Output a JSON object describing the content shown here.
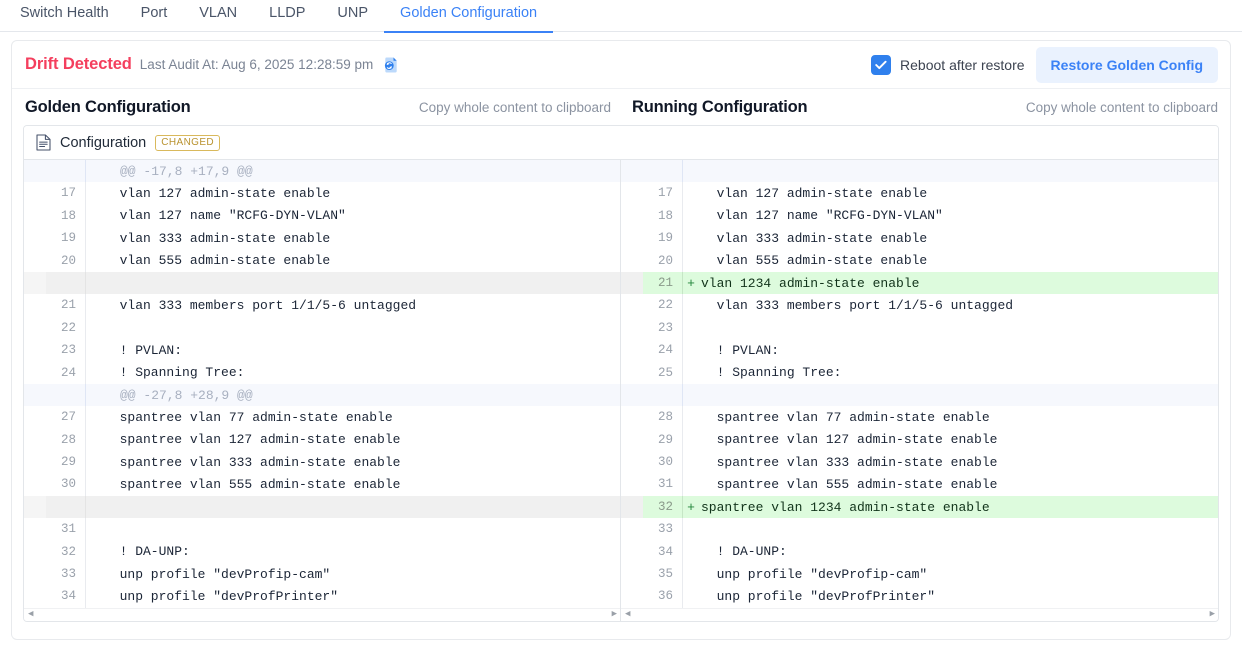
{
  "tabs": [
    {
      "label": "Switch Health",
      "active": false
    },
    {
      "label": "Port",
      "active": false
    },
    {
      "label": "VLAN",
      "active": false
    },
    {
      "label": "LLDP",
      "active": false
    },
    {
      "label": "UNP",
      "active": false
    },
    {
      "label": "Golden Configuration",
      "active": true
    }
  ],
  "banner": {
    "drift_status": "Drift Detected",
    "audit_label": "Last Audit At: Aug 6, 2025 12:28:59 pm",
    "sync_icon": "file-sync-icon",
    "checkbox_checked": true,
    "checkbox_label": "Reboot after restore",
    "restore_button": "Restore Golden Config",
    "drift_color": "#f43f5e",
    "accent_color": "#3b82f6"
  },
  "panes": {
    "golden": {
      "title": "Golden Configuration",
      "copy_label": "Copy whole content to clipboard"
    },
    "running": {
      "title": "Running Configuration",
      "copy_label": "Copy whole content to clipboard"
    }
  },
  "file": {
    "icon": "document-icon",
    "name": "Configuration",
    "badge": "CHANGED",
    "badge_color": "#b99330"
  },
  "diff": {
    "left_rows": [
      {
        "type": "hunk",
        "num": "",
        "marker": "",
        "text": "@@ -17,8 +17,9 @@"
      },
      {
        "type": "ctx",
        "num": "17",
        "marker": "",
        "text": "  vlan 127 admin-state enable"
      },
      {
        "type": "ctx",
        "num": "18",
        "marker": "",
        "text": "  vlan 127 name \"RCFG-DYN-VLAN\""
      },
      {
        "type": "ctx",
        "num": "19",
        "marker": "",
        "text": "  vlan 333 admin-state enable"
      },
      {
        "type": "ctx",
        "num": "20",
        "marker": "",
        "text": "  vlan 555 admin-state enable"
      },
      {
        "type": "empty",
        "num": "",
        "marker": "",
        "text": ""
      },
      {
        "type": "ctx",
        "num": "21",
        "marker": "",
        "text": "  vlan 333 members port 1/1/5-6 untagged"
      },
      {
        "type": "ctx",
        "num": "22",
        "marker": "",
        "text": ""
      },
      {
        "type": "ctx",
        "num": "23",
        "marker": "",
        "text": "  ! PVLAN:"
      },
      {
        "type": "ctx",
        "num": "24",
        "marker": "",
        "text": "  ! Spanning Tree:"
      },
      {
        "type": "hunk",
        "num": "",
        "marker": "",
        "text": "@@ -27,8 +28,9 @@"
      },
      {
        "type": "ctx",
        "num": "27",
        "marker": "",
        "text": "  spantree vlan 77 admin-state enable"
      },
      {
        "type": "ctx",
        "num": "28",
        "marker": "",
        "text": "  spantree vlan 127 admin-state enable"
      },
      {
        "type": "ctx",
        "num": "29",
        "marker": "",
        "text": "  spantree vlan 333 admin-state enable"
      },
      {
        "type": "ctx",
        "num": "30",
        "marker": "",
        "text": "  spantree vlan 555 admin-state enable"
      },
      {
        "type": "empty",
        "num": "",
        "marker": "",
        "text": ""
      },
      {
        "type": "ctx",
        "num": "31",
        "marker": "",
        "text": ""
      },
      {
        "type": "ctx",
        "num": "32",
        "marker": "",
        "text": "  ! DA-UNP:"
      },
      {
        "type": "ctx",
        "num": "33",
        "marker": "",
        "text": "  unp profile \"devProfip-cam\""
      },
      {
        "type": "ctx",
        "num": "34",
        "marker": "",
        "text": "  unp profile \"devProfPrinter\""
      }
    ],
    "right_rows": [
      {
        "type": "hunk",
        "num": "",
        "marker": "",
        "text": ""
      },
      {
        "type": "ctx",
        "num": "17",
        "marker": "",
        "text": "  vlan 127 admin-state enable"
      },
      {
        "type": "ctx",
        "num": "18",
        "marker": "",
        "text": "  vlan 127 name \"RCFG-DYN-VLAN\""
      },
      {
        "type": "ctx",
        "num": "19",
        "marker": "",
        "text": "  vlan 333 admin-state enable"
      },
      {
        "type": "ctx",
        "num": "20",
        "marker": "",
        "text": "  vlan 555 admin-state enable"
      },
      {
        "type": "add",
        "num": "21",
        "marker": "+",
        "text": "vlan 1234 admin-state enable"
      },
      {
        "type": "ctx",
        "num": "22",
        "marker": "",
        "text": "  vlan 333 members port 1/1/5-6 untagged"
      },
      {
        "type": "ctx",
        "num": "23",
        "marker": "",
        "text": ""
      },
      {
        "type": "ctx",
        "num": "24",
        "marker": "",
        "text": "  ! PVLAN:"
      },
      {
        "type": "ctx",
        "num": "25",
        "marker": "",
        "text": "  ! Spanning Tree:"
      },
      {
        "type": "hunk",
        "num": "",
        "marker": "",
        "text": ""
      },
      {
        "type": "ctx",
        "num": "28",
        "marker": "",
        "text": "  spantree vlan 77 admin-state enable"
      },
      {
        "type": "ctx",
        "num": "29",
        "marker": "",
        "text": "  spantree vlan 127 admin-state enable"
      },
      {
        "type": "ctx",
        "num": "30",
        "marker": "",
        "text": "  spantree vlan 333 admin-state enable"
      },
      {
        "type": "ctx",
        "num": "31",
        "marker": "",
        "text": "  spantree vlan 555 admin-state enable"
      },
      {
        "type": "add",
        "num": "32",
        "marker": "+",
        "text": "spantree vlan 1234 admin-state enable"
      },
      {
        "type": "ctx",
        "num": "33",
        "marker": "",
        "text": ""
      },
      {
        "type": "ctx",
        "num": "34",
        "marker": "",
        "text": "  ! DA-UNP:"
      },
      {
        "type": "ctx",
        "num": "35",
        "marker": "",
        "text": "  unp profile \"devProfip-cam\""
      },
      {
        "type": "ctx",
        "num": "36",
        "marker": "",
        "text": "  unp profile \"devProfPrinter\""
      }
    ]
  }
}
